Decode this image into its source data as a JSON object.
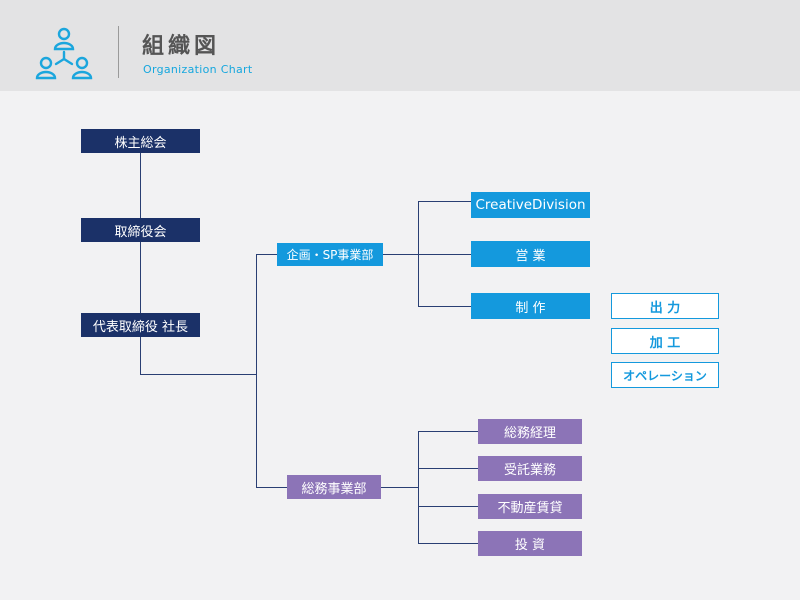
{
  "header": {
    "title": "組織図",
    "subtitle": "Organization Chart",
    "logo_icon": "org-chart-people-icon"
  },
  "chart": {
    "top": {
      "shareholders": "株主総会",
      "board": "取締役会",
      "president": "代表取締役 社長"
    },
    "planning_division": {
      "label": "企画・SP事業部",
      "units": [
        "CreativeDivision",
        "営 業",
        "制 作"
      ],
      "production_sections": [
        "出 力",
        "加 工",
        "オペレーション"
      ]
    },
    "general_division": {
      "label": "総務事業部",
      "units": [
        "総務経理",
        "受託業務",
        "不動産賃貸",
        "投 資"
      ]
    }
  },
  "colors": {
    "header_bg": "#e3e3e4",
    "page_bg": "#f2f2f3",
    "navy": "#1b3168",
    "blue": "#1499dd",
    "purple": "#8c74b7",
    "line": "#2a3f73"
  }
}
